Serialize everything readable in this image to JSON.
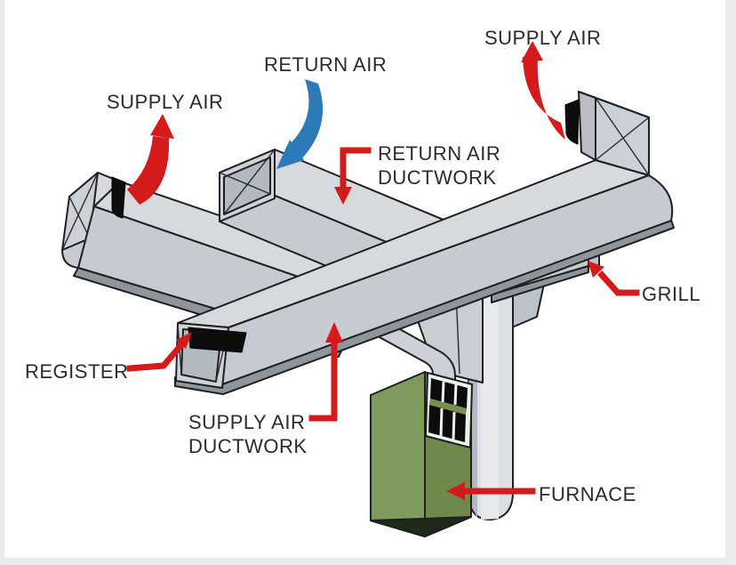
{
  "diagram": {
    "title": "HVAC ductwork diagram",
    "labels": {
      "supply_air_left": "SUPPLY AIR",
      "return_air": "RETURN AIR",
      "supply_air_right": "SUPPLY AIR",
      "return_air_ductwork_line1": "RETURN AIR",
      "return_air_ductwork_line2": "DUCTWORK",
      "grill": "GRILL",
      "register": "REGISTER",
      "supply_air_ductwork_line1": "SUPPLY AIR",
      "supply_air_ductwork_line2": "DUCTWORK",
      "furnace": "FURNACE"
    },
    "colors": {
      "arrow_red": "#d41a1a",
      "arrow_blue": "#2d7ab8",
      "duct_top": "#d6dade",
      "duct_side": "#c6cbd1",
      "duct_dark": "#8f959c",
      "furnace_front": "#7e9a5d",
      "furnace_side": "#6d894b",
      "furnace_band": "#76914f",
      "register_black": "#0d0d0d",
      "grille_frame": "#f1f1ec",
      "text": "#2b2b2b",
      "background": "#ffffff",
      "border": "#ebebeb"
    }
  }
}
